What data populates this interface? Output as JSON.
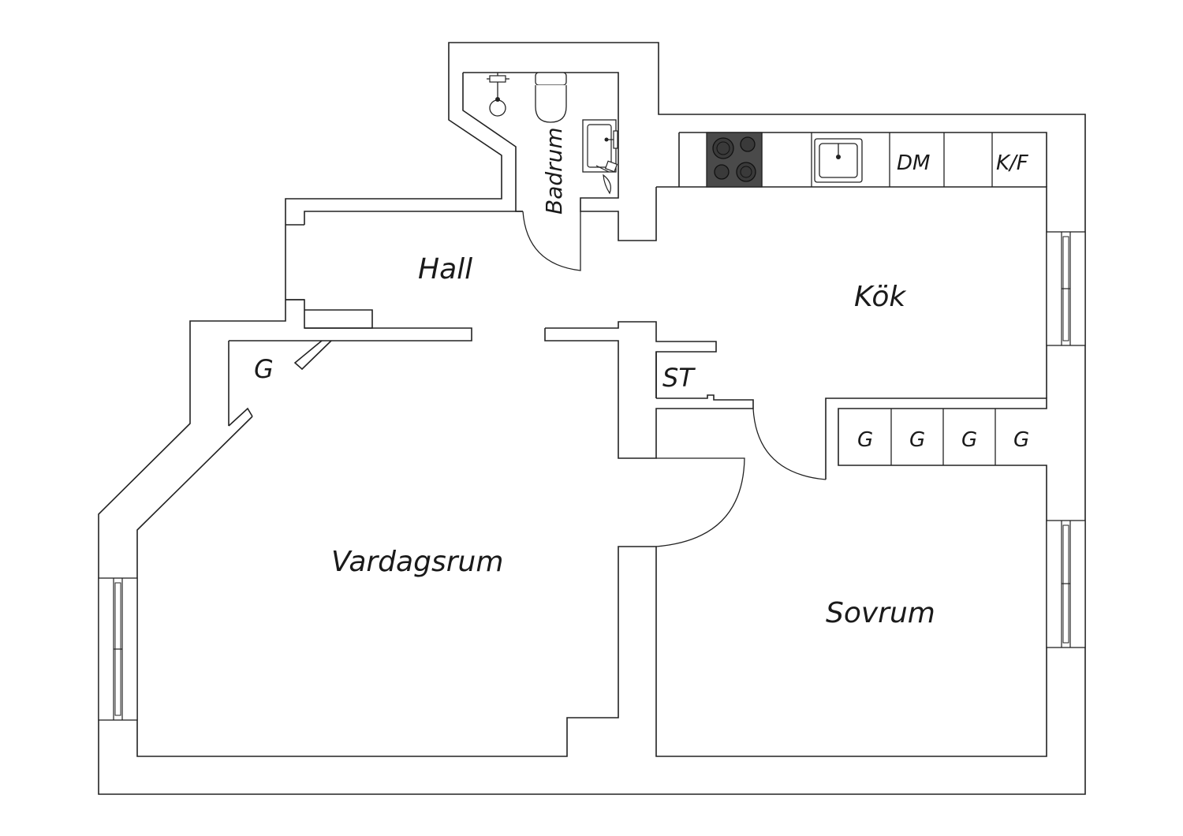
{
  "rooms": {
    "hall": "Hall",
    "bathroom": "Badrum",
    "kitchen": "Kök",
    "living_room": "Vardagsrum",
    "bedroom": "Sovrum",
    "storage": "ST",
    "wardrobe_hall": "G"
  },
  "kitchen_units": {
    "dishwasher": "DM",
    "fridge_freezer": "K/F"
  },
  "bedroom_wardrobes": [
    "G",
    "G",
    "G",
    "G"
  ]
}
